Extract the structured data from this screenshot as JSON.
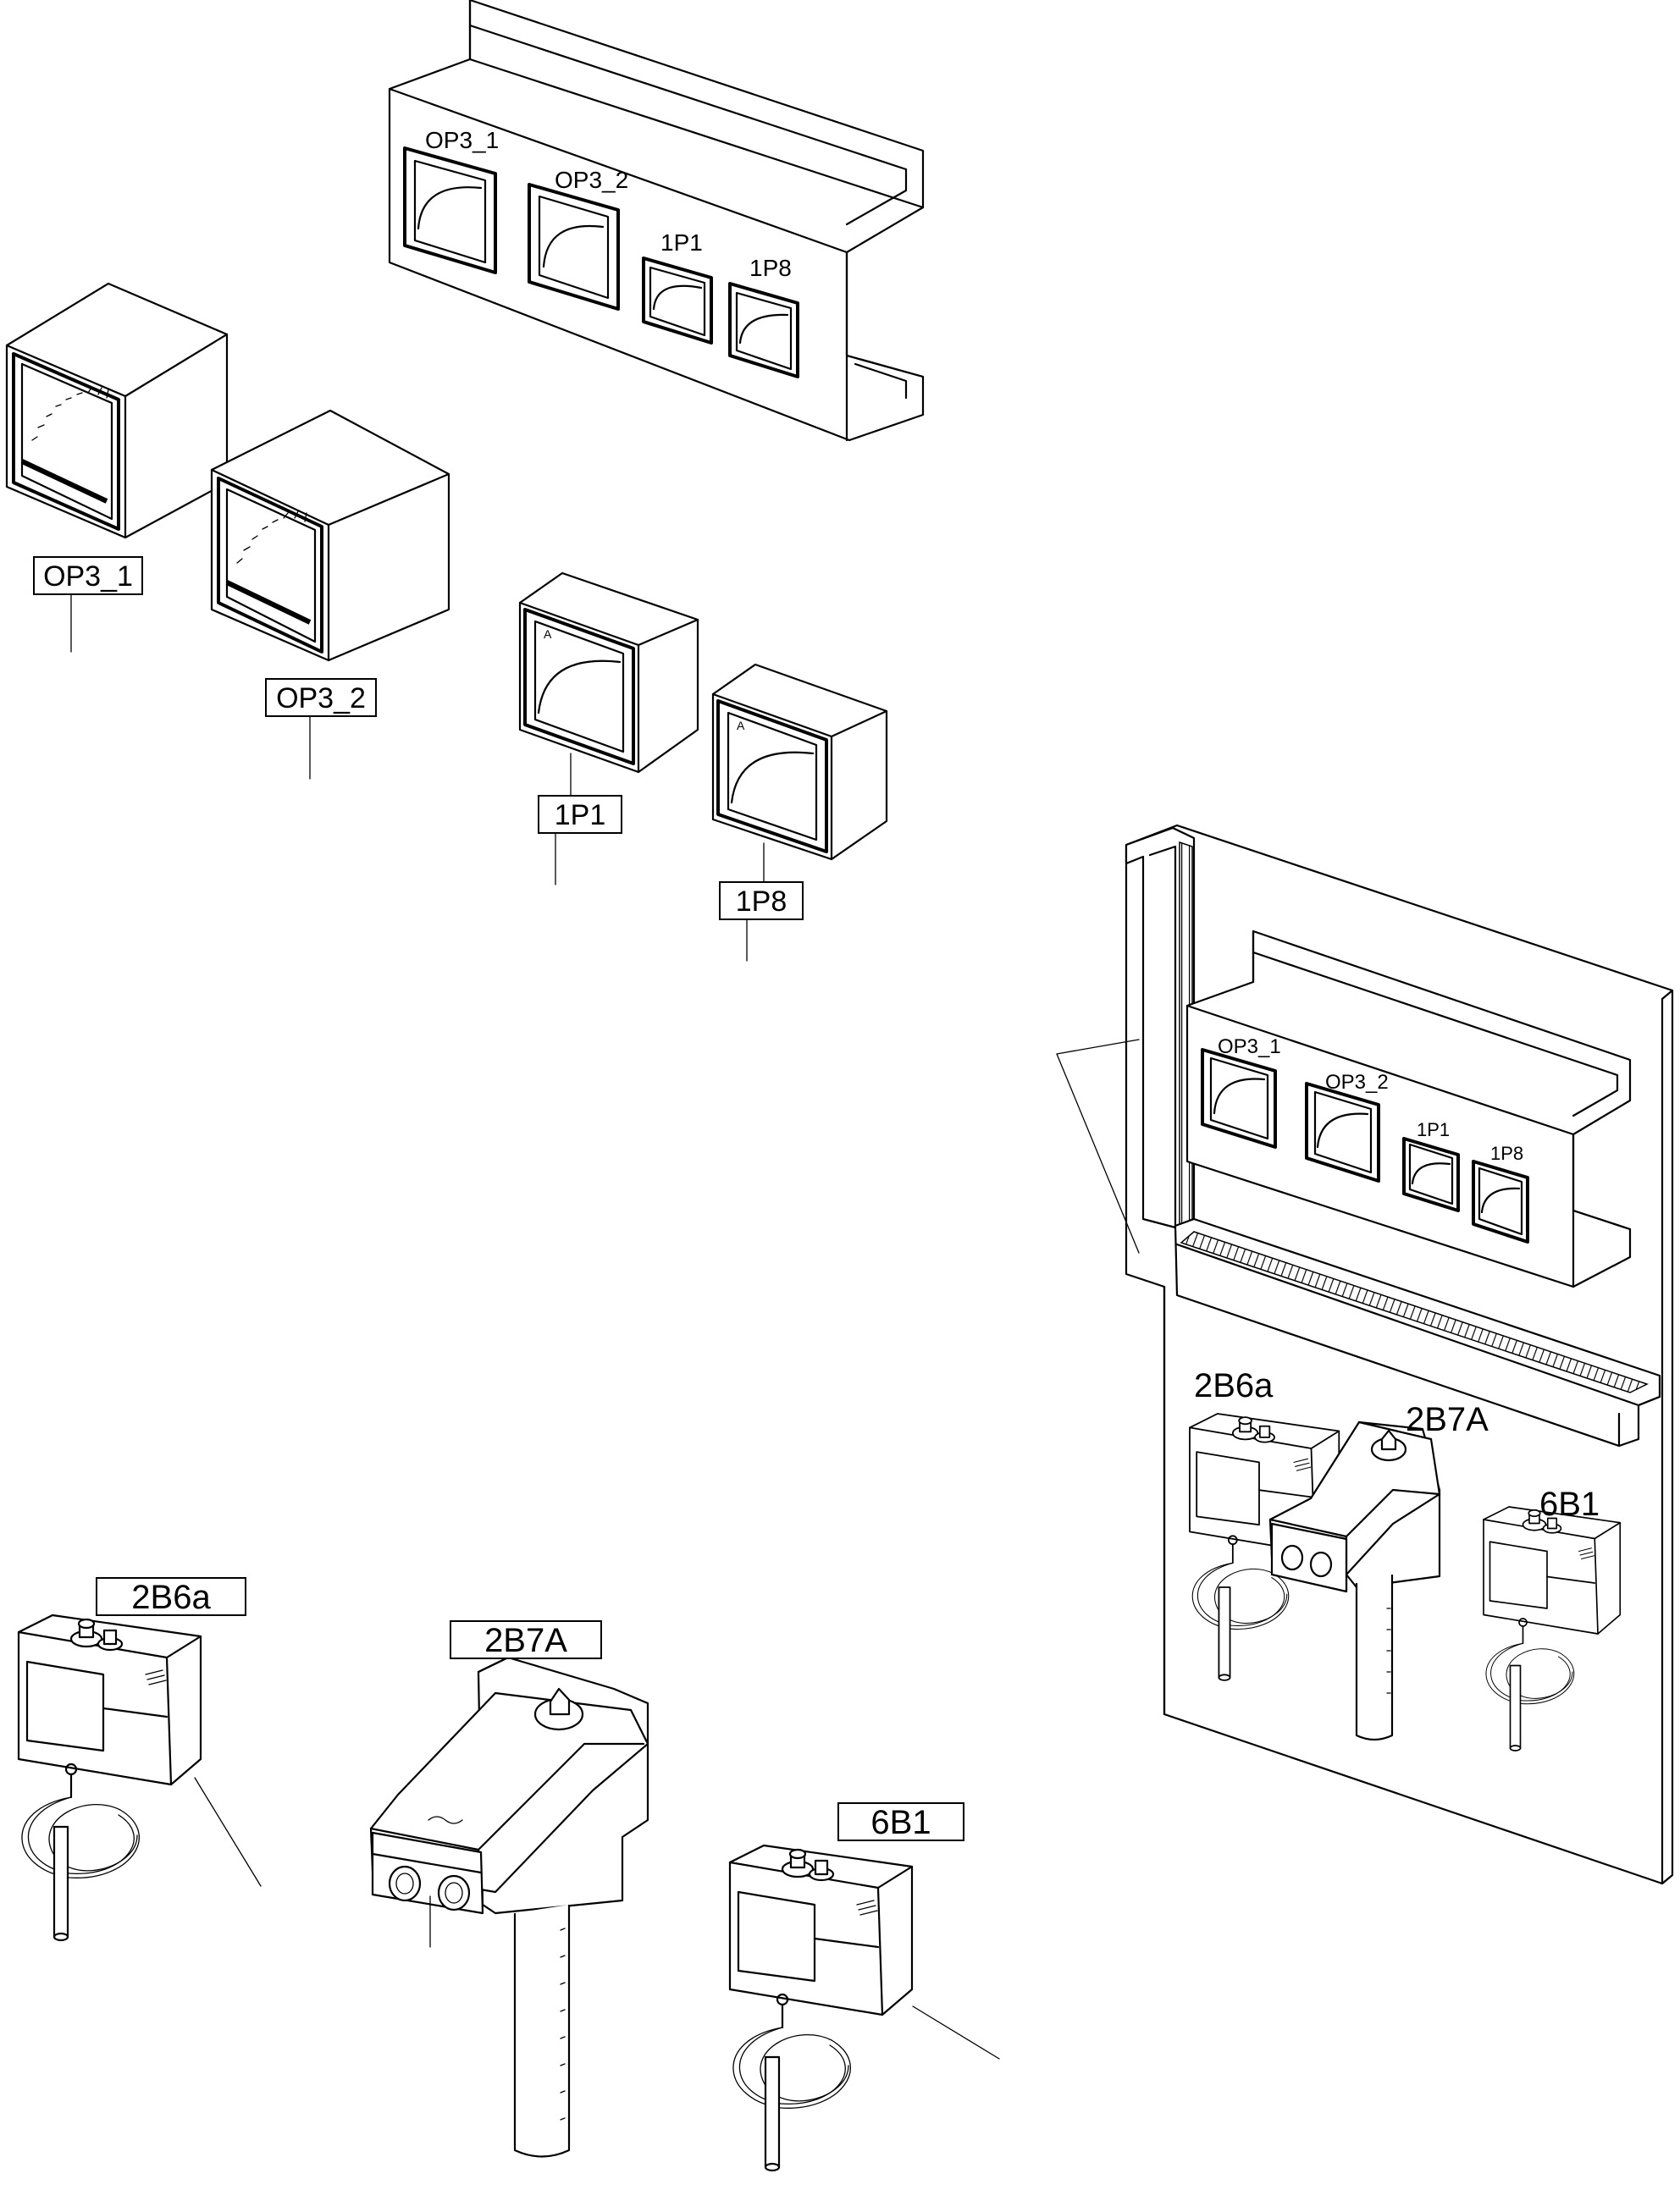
{
  "labels": {
    "op3_1": "OP3_1",
    "op3_2": "OP3_2",
    "p1": "1P1",
    "p8": "1P8",
    "b6a": "2B6a",
    "b7a": "2B7A",
    "b61": "6B1"
  }
}
